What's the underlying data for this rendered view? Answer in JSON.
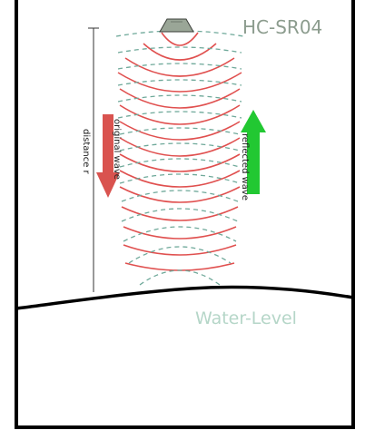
{
  "diagram": {
    "sensor_label": "HC-SR04",
    "water_label": "Water-Level",
    "distance_label": "distance r",
    "original_wave_label": "original wave",
    "reflected_wave_label": "reflected wave",
    "colors": {
      "container": "#000000",
      "sensor": "#8f9a8c",
      "original_wave": "#e0504f",
      "reflected_wave": "#6fa99a",
      "down_arrow": "#d9534f",
      "up_arrow": "#22c832",
      "distance_line": "#333333"
    },
    "icons": {
      "sensor": "ultrasonic-sensor-icon",
      "down_arrow": "arrow-down-icon",
      "up_arrow": "arrow-up-icon"
    }
  }
}
